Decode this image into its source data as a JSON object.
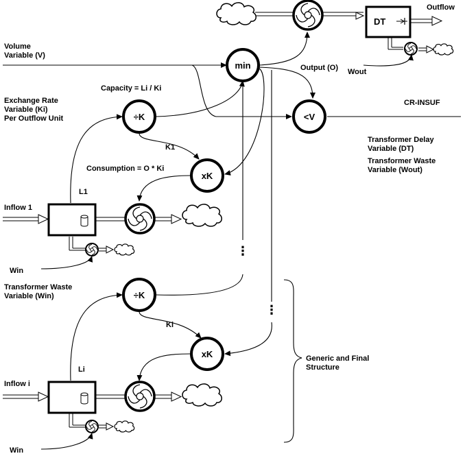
{
  "labels": {
    "volume_line1": "Volume",
    "volume_line2": "Variable (V)",
    "outflow": "Outflow",
    "output": "Output (O)",
    "w_out": "Wout",
    "capacity": "Capacity = Li / Ki",
    "exchange_line1": "Exchange Rate",
    "exchange_line2": "Variable (Ki)",
    "exchange_line3": "Per Outflow Unit",
    "cr_insuf": "CR-INSUF",
    "delay_line1": "Transformer Delay",
    "delay_line2": "Variable (DT)",
    "waste_out_line1": "Transformer Waste",
    "waste_out_line2": "Variable (Wout)",
    "k1": "K1",
    "consumption": "Consumption = O * Ki",
    "l1": "L1",
    "inflow1": "Inflow 1",
    "w_in_1": "Win",
    "waste_in_line1": "Transformer Waste",
    "waste_in_line2": "Variable (Win)",
    "ki": "Ki",
    "li": "Li",
    "inflow_i": "Inflow i",
    "w_in_2": "Win",
    "generic_line1": "Generic and Final",
    "generic_line2": "Structure"
  },
  "nodes": {
    "min": "min",
    "div_k_1": "÷K",
    "mul_k_1": "xK",
    "lt_v": "<V",
    "div_k_i": "÷K",
    "mul_k_i": "xK",
    "delay_box": "DT",
    "ellipsis_1": "⋮",
    "ellipsis_2": "⋮"
  }
}
